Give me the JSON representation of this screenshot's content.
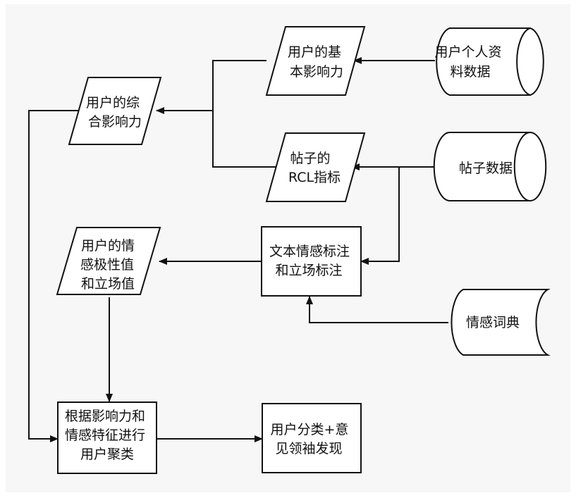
{
  "nodes": {
    "user_profile_data": {
      "lines": [
        "用户个人资",
        "料数据"
      ]
    },
    "basic_influence": {
      "lines": [
        "用户的基",
        "本影响力"
      ]
    },
    "overall_influence": {
      "lines": [
        "用户的综",
        "合影响力"
      ]
    },
    "post_data": {
      "lines": [
        "帖子数据"
      ]
    },
    "post_rcl_metric": {
      "lines": [
        "帖子的",
        "RCL指标"
      ]
    },
    "sentiment_stance_annotation": {
      "lines": [
        "文本情感标注",
        "和立场标注"
      ]
    },
    "user_sentiment_values": {
      "lines": [
        "用户的情",
        "感极性值",
        "和立场值"
      ]
    },
    "sentiment_dictionary": {
      "lines": [
        "情感词典"
      ]
    },
    "user_clustering": {
      "lines": [
        "根据影响力和",
        "情感特征进行",
        "用户聚类"
      ]
    },
    "classification_result": {
      "lines": [
        "用户分类+意",
        "见领袖发现"
      ]
    }
  }
}
